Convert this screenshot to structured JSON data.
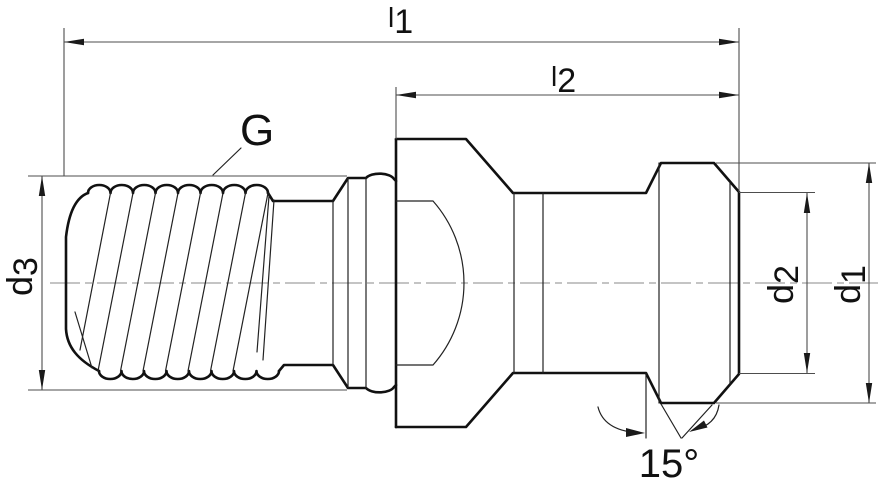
{
  "drawing": {
    "title": "pull-stud-dimension-drawing",
    "background_color": "#ffffff",
    "outline_color": "#111111",
    "dimension_line_color": "#4d4d4d",
    "centerline_color": "#8a8a8a",
    "labels": {
      "length_overall": {
        "base": "l",
        "sub": "1"
      },
      "length_partial": {
        "base": "l",
        "sub": "2"
      },
      "diameter_head": {
        "base": "d",
        "sub": "1"
      },
      "diameter_tip": {
        "base": "d",
        "sub": "2"
      },
      "diameter_thread": {
        "base": "d",
        "sub": "3"
      },
      "thread": "G",
      "angle": "15°"
    }
  }
}
